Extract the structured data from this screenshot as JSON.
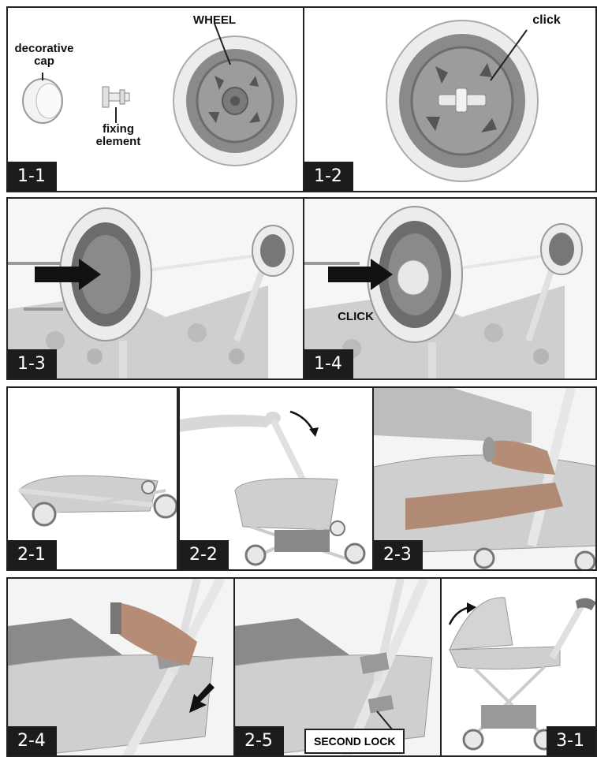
{
  "steps": {
    "s1_1": "1-1",
    "s1_2": "1-2",
    "s1_3": "1-3",
    "s1_4": "1-4",
    "s2_1": "2-1",
    "s2_2": "2-2",
    "s2_3": "2-3",
    "s2_4": "2-4",
    "s2_5": "2-5",
    "s3_1": "3-1"
  },
  "labels": {
    "wheel": "WHEEL",
    "decorative_cap_1": "decorative",
    "decorative_cap_2": "cap",
    "fixing_element_1": "fixing",
    "fixing_element_2": "element",
    "click_lower": "click",
    "click_upper": "CLICK",
    "second_lock": "SECOND LOCK"
  },
  "colors": {
    "border": "#222222",
    "step_bg": "#1c1c1c",
    "wheel_tire": "#ececec",
    "wheel_hub": "#8a8a8a",
    "frame": "#d8d8d8",
    "fabric": "#cfcfcf"
  }
}
